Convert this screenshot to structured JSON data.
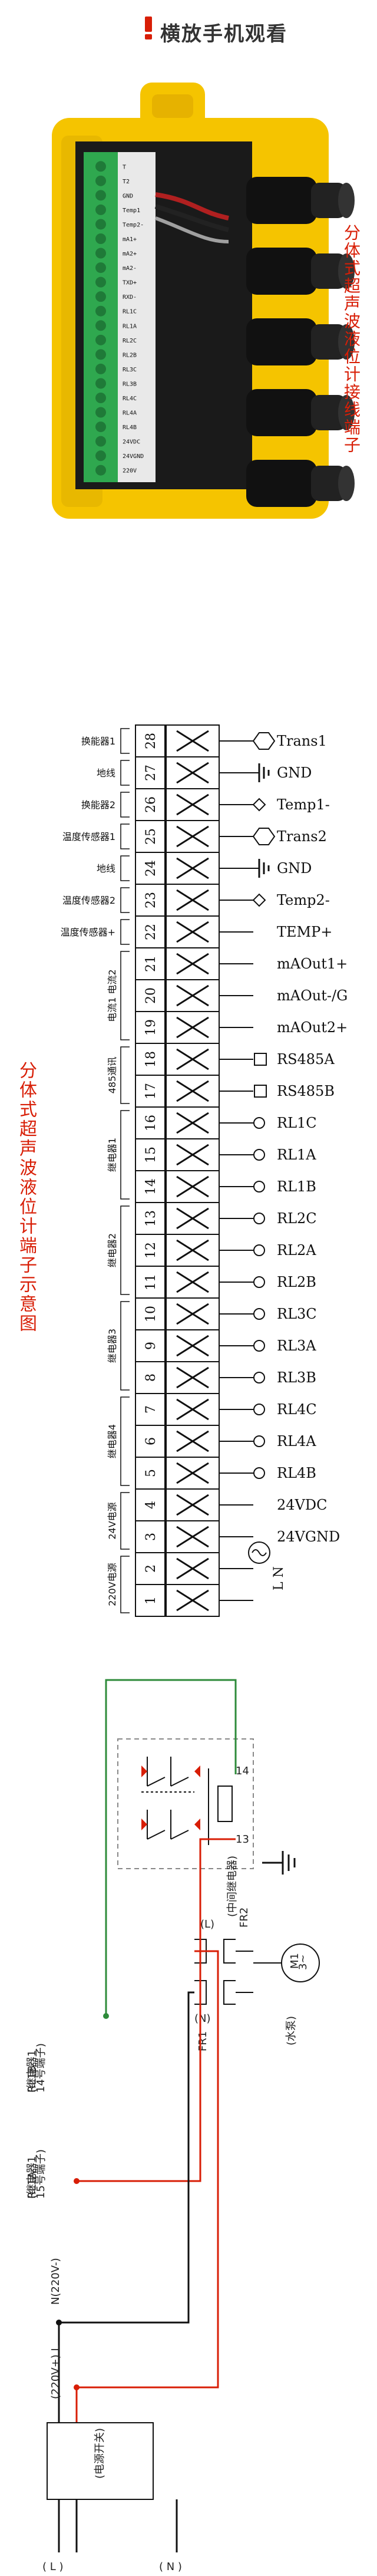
{
  "header": {
    "title": "横放手机观看",
    "icon": "warning-icon",
    "accent": "#d81e06"
  },
  "photo_section": {
    "caption": "分体式超声波液位计接线端子",
    "pcb_labels": [
      "T",
      "T2",
      "GND",
      "Temp1",
      "Temp2-",
      "mA1+",
      "mA2+",
      "mA2-",
      "TXD+",
      "RXD-",
      "RL1C",
      "RL1A",
      "RL2C",
      "RL2B",
      "RL3C",
      "RL3B",
      "RL4C",
      "RL4A",
      "RL4B",
      "24VDC",
      "24VGND",
      "220V"
    ]
  },
  "terminal_section": {
    "title": "分体式超声波液位计端子示意图",
    "groups": [
      {
        "label": "换能器1"
      },
      {
        "label": "地线"
      },
      {
        "label": "换能器2"
      },
      {
        "label": "温度传感器1"
      },
      {
        "label": "地线"
      },
      {
        "label": "温度传感器2"
      },
      {
        "label": "温度传感器+"
      },
      {
        "label": "电流1 电流2"
      },
      {
        "label": "485通讯"
      },
      {
        "label": "继电器1"
      },
      {
        "label": "继电器2"
      },
      {
        "label": "继电器3"
      },
      {
        "label": "继电器4"
      },
      {
        "label": "24V电源"
      },
      {
        "label": "220V电源"
      }
    ],
    "rows": [
      {
        "num": "28",
        "signal": "Trans1"
      },
      {
        "num": "27",
        "signal": "GND"
      },
      {
        "num": "26",
        "signal": "Temp1-"
      },
      {
        "num": "25",
        "signal": "Trans2"
      },
      {
        "num": "24",
        "signal": "GND"
      },
      {
        "num": "23",
        "signal": "Temp2-"
      },
      {
        "num": "22",
        "signal": "TEMP+"
      },
      {
        "num": "21",
        "signal": "mAOut1+"
      },
      {
        "num": "20",
        "signal": "mAOut-/G"
      },
      {
        "num": "19",
        "signal": "mAOut2+"
      },
      {
        "num": "18",
        "signal": "RS485A"
      },
      {
        "num": "17",
        "signal": "RS485B"
      },
      {
        "num": "16",
        "signal": "RL1C"
      },
      {
        "num": "15",
        "signal": "RL1A"
      },
      {
        "num": "14",
        "signal": "RL1B"
      },
      {
        "num": "13",
        "signal": "RL2C"
      },
      {
        "num": "12",
        "signal": "RL2A"
      },
      {
        "num": "11",
        "signal": "RL2B"
      },
      {
        "num": "10",
        "signal": "RL3C"
      },
      {
        "num": "9",
        "signal": "RL3A"
      },
      {
        "num": "8",
        "signal": "RL3B"
      },
      {
        "num": "7",
        "signal": "RL4C"
      },
      {
        "num": "6",
        "signal": "RL4A"
      },
      {
        "num": "5",
        "signal": "RL4B"
      },
      {
        "num": "4",
        "signal": "24VDC"
      },
      {
        "num": "3",
        "signal": "24VGND"
      },
      {
        "num": "2",
        "signal": ""
      },
      {
        "num": "1",
        "signal": ""
      }
    ],
    "power_labels": {
      "L": "L",
      "N": "N"
    }
  },
  "wiring_section": {
    "relay_label": "(中间继电器)",
    "relay_pins": {
      "p14": "14",
      "p13": "13"
    },
    "rl1b": {
      "name": "RL1B",
      "sub1": "(继电器1",
      "sub2": "14号端子)"
    },
    "rl1a": {
      "name": "RL1A",
      "sub1": "(继电器1",
      "sub2": "15号端子)"
    },
    "n_label": "N(220V-)",
    "l_label": "(220V+) L",
    "power_switch": "(电源开关)",
    "bottom_l": "( L )",
    "bottom_n": "( N )",
    "pump_l": "(L)",
    "pump_n": "(N)",
    "fr1": "FR1",
    "fr2": "FR2",
    "motor": "M1",
    "motor_sub": "3~",
    "pump_label": "(水泵)",
    "colors": {
      "green": "#2e8b3a",
      "red": "#d81e06",
      "black": "#111111"
    }
  }
}
